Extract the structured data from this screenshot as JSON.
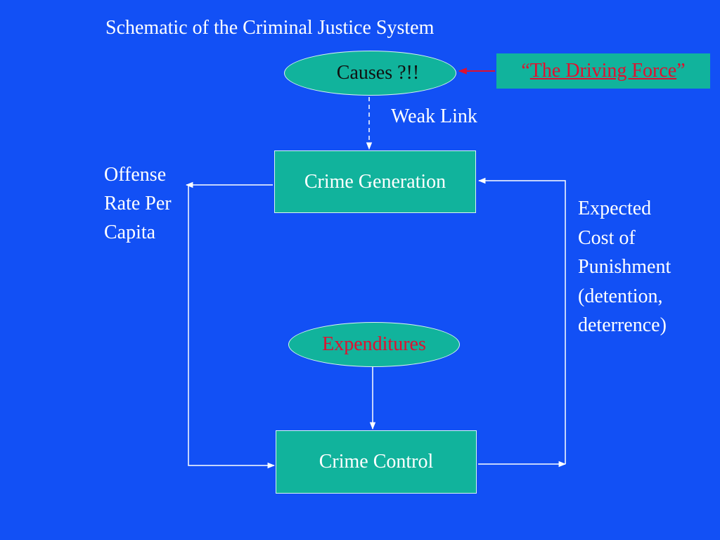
{
  "title": "Schematic of the Criminal Justice System",
  "nodes": {
    "causes": "Causes ?!!",
    "crime_generation": "Crime Generation",
    "expenditures": "Expenditures",
    "crime_control": "Crime Control",
    "driving_force": {
      "open_quote": "“",
      "link_text": "The Driving Force",
      "close_quote": "”"
    }
  },
  "edge_labels": {
    "weak_link": "Weak Link",
    "offense_rate": [
      "Offense",
      "Rate Per",
      "Capita"
    ],
    "expected_cost": [
      "Expected",
      "Cost of",
      "Punishment",
      "(detention,",
      "deterrence)"
    ]
  },
  "colors": {
    "background": "#1250f5",
    "node_fill": "#11b39c",
    "accent_red": "#e0102f",
    "line": "#ffffff"
  }
}
